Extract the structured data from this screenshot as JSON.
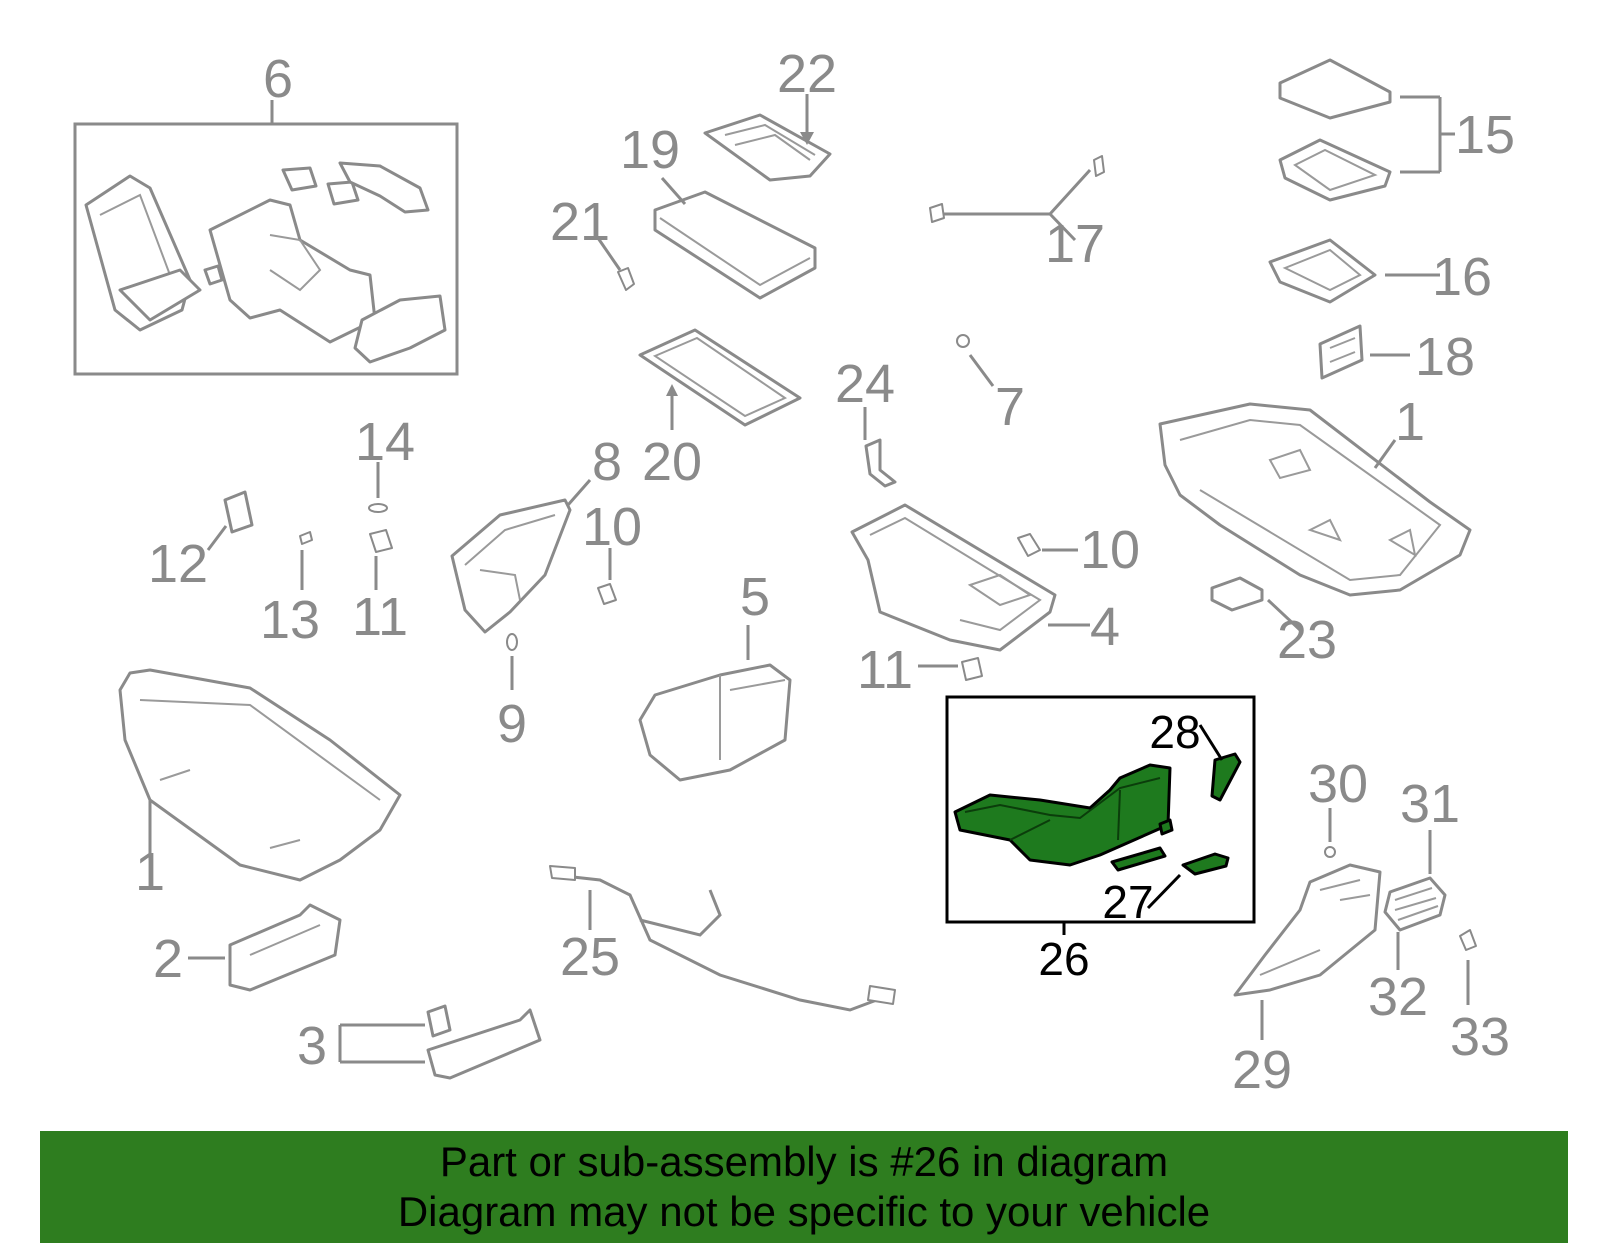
{
  "colors": {
    "highlight": "#1e7a1e",
    "banner": "#2e7d1f",
    "parts": "#8a8a8a"
  },
  "callouts": {
    "c1a": "1",
    "c1b": "1",
    "c2": "2",
    "c3": "3",
    "c4": "4",
    "c5": "5",
    "c6": "6",
    "c7": "7",
    "c8": "8",
    "c9": "9",
    "c10a": "10",
    "c10b": "10",
    "c11a": "11",
    "c11b": "11",
    "c12": "12",
    "c13": "13",
    "c14": "14",
    "c15": "15",
    "c16": "16",
    "c17": "17",
    "c18": "18",
    "c19": "19",
    "c20": "20",
    "c21": "21",
    "c22": "22",
    "c23": "23",
    "c24": "24",
    "c25": "25",
    "c26": "26",
    "c27": "27",
    "c28": "28",
    "c29": "29",
    "c30": "30",
    "c31": "31",
    "c32": "32",
    "c33": "33"
  },
  "banner": {
    "line1": "Part or sub-assembly is #26 in diagram",
    "line2": "Diagram may not be specific to your vehicle"
  }
}
